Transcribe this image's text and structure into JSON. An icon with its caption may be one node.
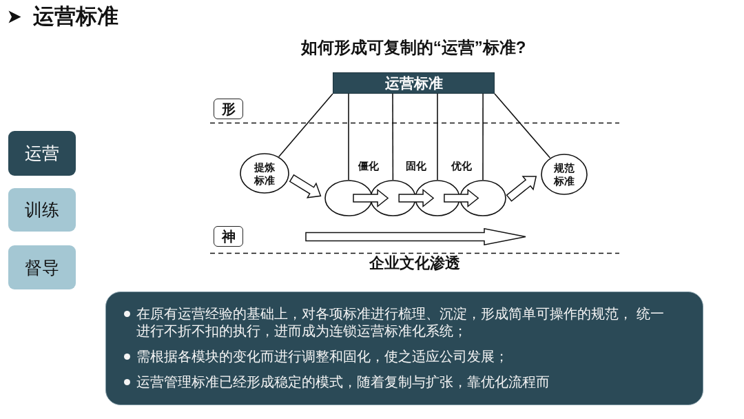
{
  "diagram": {
    "title": "运营标准",
    "nodes": [
      {
        "text": [
          "运营标准"
        ]
      },
      {
        "text": [
          "形"
        ]
      },
      {
        "text": [
          "提炼标准"
        ]
      },
      {
        "text": [],
        "shape": "ellipse"
      },
      {
        "text": [],
        "shape": "ellipse"
      },
      {
        "text": [],
        "shape": "ellipse"
      },
      {
        "text": [],
        "shape": "ellipse"
      },
      {
        "text": [
          "规范标准"
        ]
      },
      {
        "text": [
          "神"
        ]
      },
      {
        "text": [
          "运营"
        ]
      },
      {
        "text": [
          "训练"
        ]
      },
      {
        "text": [
          "督导"
        ]
      },
      {
        "text": [
          "在原有运营经验的基础上，对各项标准进行梳理、沉淀，形成简单可操作的规范， 统一进行不折不扣的执行，进而成为连锁运营标准化系统；",
          "需根据各模块的变化而进行调整和固化，使之适应公司发展；",
          "运营管理标准已经形成稳定的模式，随着复制与扩张，靠优化流程而"
        ]
      }
    ],
    "edges": [
      {
        "from": 0,
        "to": 2,
        "arrow": "none"
      },
      {
        "from": 0,
        "to": 3,
        "arrow": "none"
      },
      {
        "from": 0,
        "to": 4,
        "arrow": "none"
      },
      {
        "from": 0,
        "to": 5,
        "arrow": "none"
      },
      {
        "from": 0,
        "to": 6,
        "arrow": "none"
      },
      {
        "from": 0,
        "to": 7,
        "arrow": "none"
      },
      {
        "from": 2,
        "to": 3,
        "arrow": "to",
        "style": "thick"
      },
      {
        "from": 3,
        "to": 4,
        "arrow": "to",
        "style": "thick"
      },
      {
        "from": 4,
        "to": 5,
        "arrow": "to",
        "style": "thick"
      },
      {
        "from": 5,
        "to": 6,
        "arrow": "to",
        "style": "thick"
      },
      {
        "from": 6,
        "to": 7,
        "arrow": "to",
        "style": "thick"
      }
    ],
    "labels": [
      "如何形成可复制的“运营”标准?",
      "僵化",
      "固化",
      "优化",
      "企业文化渗透"
    ]
  }
}
